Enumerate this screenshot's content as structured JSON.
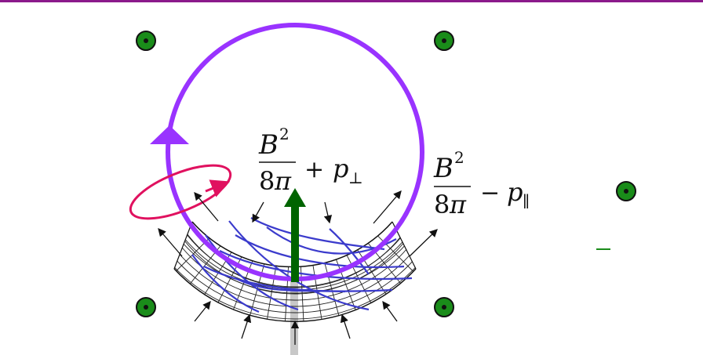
{
  "labels": {
    "left_fraction": {
      "numerator": "B",
      "exponent": "2",
      "denominator_num": "8",
      "denominator_pi": "π",
      "operator": "+",
      "term": "p",
      "subscript": "⊥"
    },
    "right_fraction": {
      "numerator": "B",
      "exponent": "2",
      "denominator_num": "8",
      "denominator_pi": "π",
      "operator": "−",
      "term": "p",
      "subscript": "∥"
    }
  },
  "colors": {
    "top_rule": "#8b1a8b",
    "loop": "#9933ff",
    "small_loop": "#e0115f",
    "field_lines": "#3b3bcc",
    "vector_arrow": "#006400",
    "dots_fill": "#1a8c1a",
    "rod": "#c8c8c8"
  },
  "icons": {
    "out_of_page_symbol": "dot-in-circle-icon",
    "force_arrows": "small-black-arrow-icon",
    "flow_direction": "triangle-arrowhead-icon"
  }
}
